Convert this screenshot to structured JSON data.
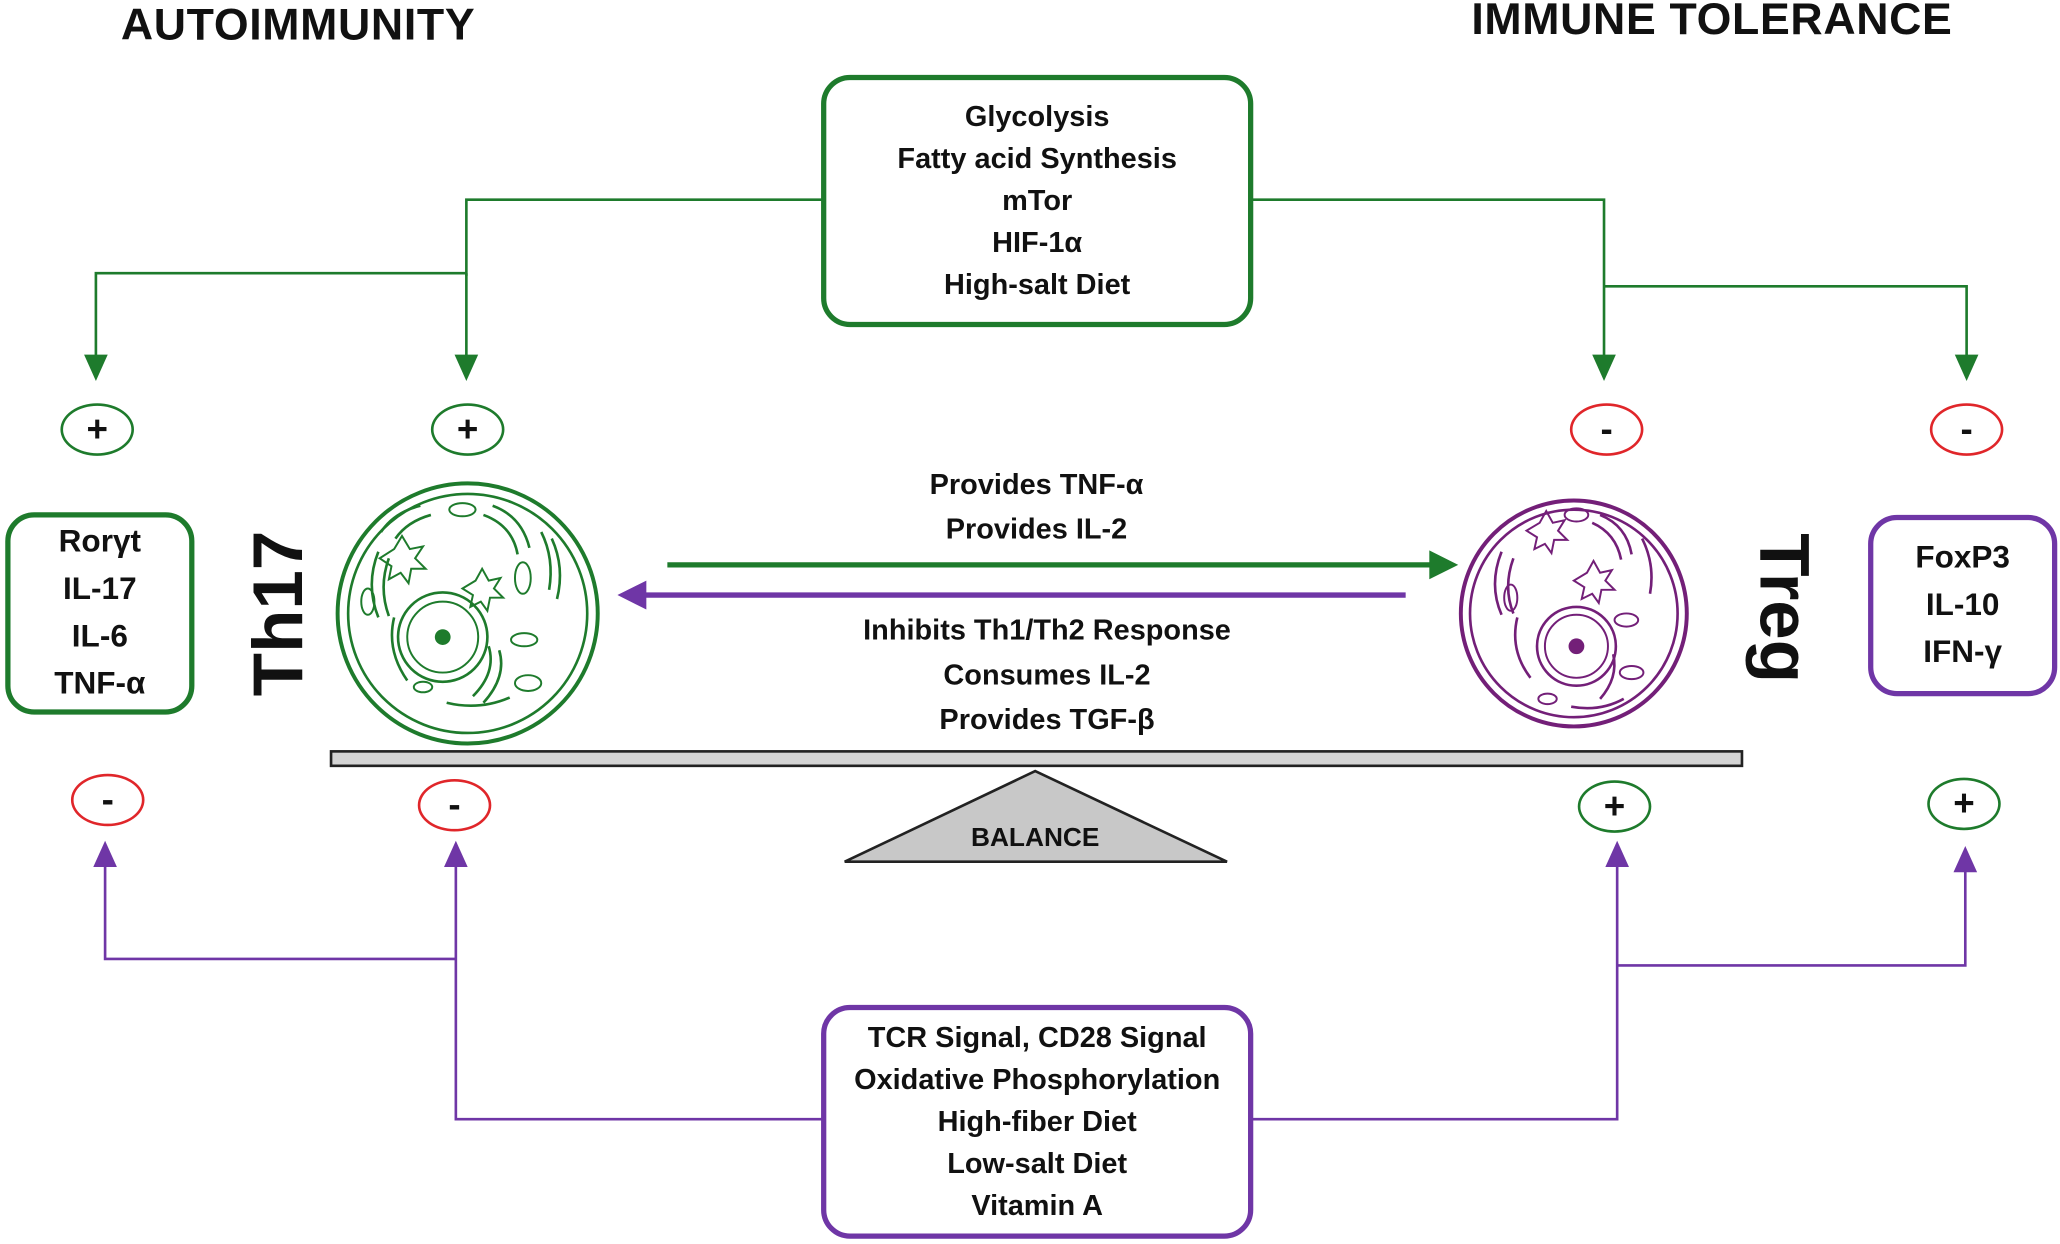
{
  "headings": {
    "left": "AUTOIMMUNITY",
    "right": "IMMUNE TOLERANCE"
  },
  "top_box": {
    "items": [
      "Glycolysis",
      "Fatty acid Synthesis",
      "mTor",
      "HIF-1α",
      "High-salt Diet"
    ]
  },
  "bottom_box": {
    "items": [
      "TCR Signal, CD28 Signal",
      "Oxidative Phosphorylation",
      "High-fiber Diet",
      "Low-salt Diet",
      "Vitamin A"
    ]
  },
  "th17": {
    "label": "Th17",
    "markers": [
      "Rorγt",
      "IL-17",
      "IL-6",
      "TNF-α"
    ]
  },
  "treg": {
    "label": "Treg",
    "markers": [
      "FoxP3",
      "IL-10",
      "IFN-γ"
    ]
  },
  "interaction": {
    "to_treg": [
      "Provides TNF-α",
      "Provides IL-2"
    ],
    "to_th17": [
      "Inhibits Th1/Th2 Response",
      "Consumes IL-2",
      "Provides TGF-β"
    ]
  },
  "balance_label": "BALANCE",
  "signs": {
    "top_left_markers": "+",
    "top_th17": "+",
    "top_treg": "-",
    "top_right_markers": "-",
    "bottom_left_markers": "-",
    "bottom_th17": "-",
    "bottom_treg": "+",
    "bottom_right_markers": "+"
  },
  "colors": {
    "green": "#1e7b2c",
    "purple": "#6f36a6",
    "red": "#e0262a",
    "balance_fill": "#c8c8c8"
  }
}
